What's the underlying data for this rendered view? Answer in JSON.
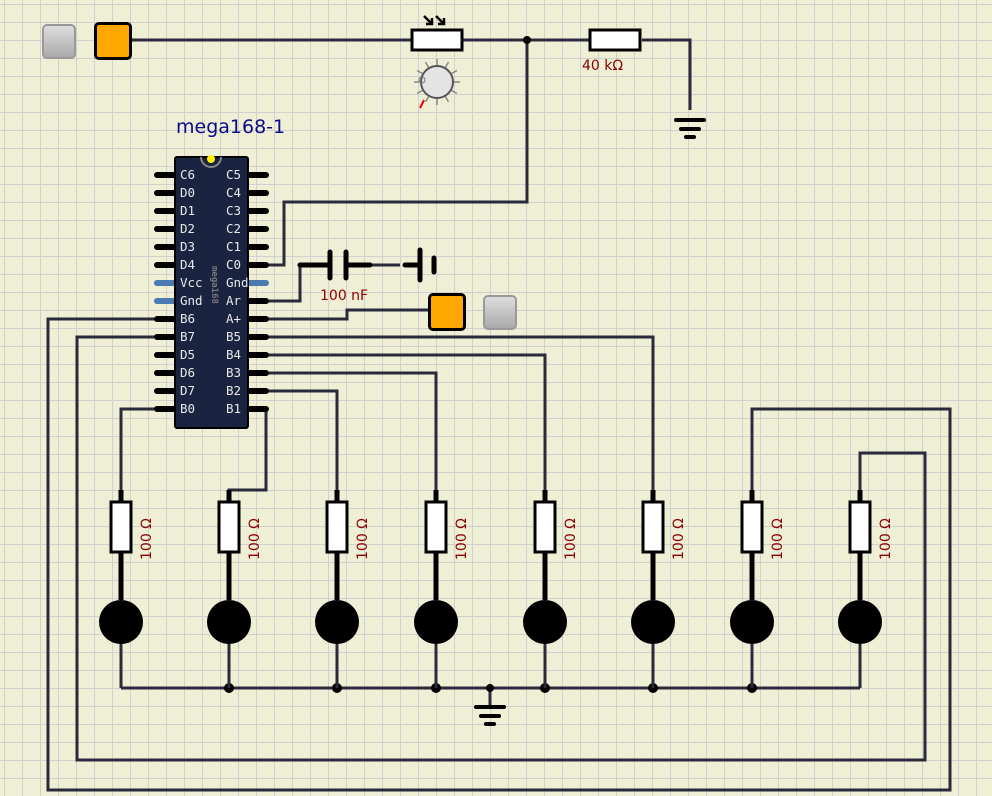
{
  "chip": {
    "name": "mega168-1",
    "package_label": "mega168",
    "left_pins": [
      "C6",
      "D0",
      "D1",
      "D2",
      "D3",
      "D4",
      "Vcc",
      "Gnd",
      "B6",
      "B7",
      "D5",
      "D6",
      "D7",
      "B0"
    ],
    "right_pins": [
      "C5",
      "C4",
      "C3",
      "C2",
      "C1",
      "C0",
      "Gnd",
      "Ar",
      "A+",
      "B5",
      "B4",
      "B3",
      "B2",
      "B1"
    ]
  },
  "components": {
    "r_top_label": "40 kΩ",
    "cap_label": "100 nF",
    "led_resistor_labels": [
      "100 Ω",
      "100 Ω",
      "100 Ω",
      "100 Ω",
      "100 Ω",
      "100 Ω",
      "100 Ω",
      "100 Ω"
    ]
  },
  "colors": {
    "background": "#efefd6",
    "grid": "#d0d0d0",
    "wire": "#2a2a3a",
    "chip": "#1a2440",
    "probe": "#ffa800",
    "label": "#8b0000",
    "title": "#0b0b8a"
  }
}
